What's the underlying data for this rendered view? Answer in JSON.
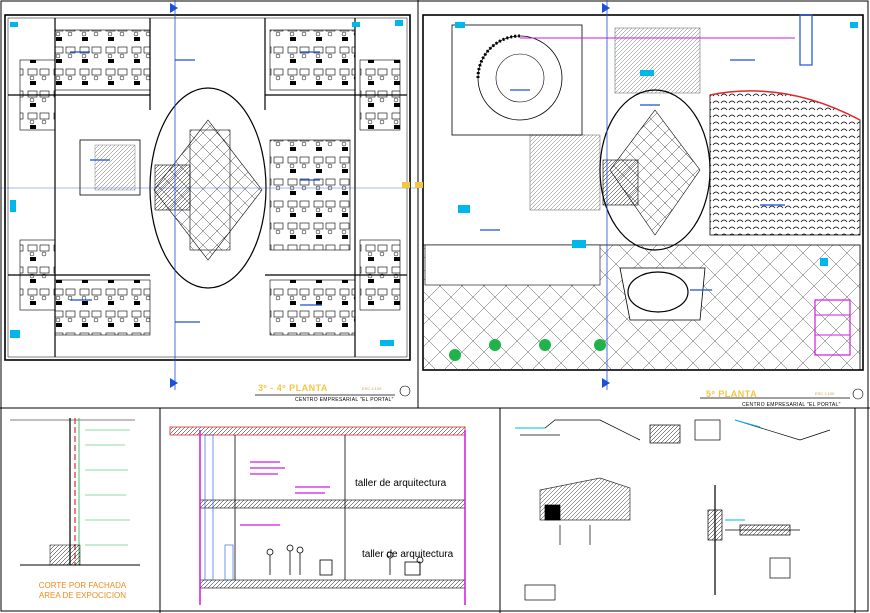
{
  "plan_3_4": {
    "title": "3º - 4º PLANTA",
    "subtitle": "CENTRO EMPRESARIAL \"EL PORTAL\"",
    "scale": "ESC.1:100"
  },
  "plan_5": {
    "title": "5º PLANTA",
    "subtitle": "CENTRO EMPRESARIAL \"EL PORTAL\"",
    "scale": "ESC.1:100"
  },
  "section": {
    "room_label_upper": "taller de arquitectura",
    "room_label_lower": "taller de arquitectura"
  },
  "facade_section": {
    "caption_line1": "CORTE POR FACHADA",
    "caption_line2": "AREA DE EXPOCICION"
  },
  "colors": {
    "background": "#ffffff",
    "linework": "#000000",
    "accent_cyan": "#00b7eb",
    "accent_magenta": "#d21adf",
    "accent_blue": "#1d4fd8",
    "accent_red": "#e3262d",
    "accent_green": "#1fb34a",
    "title_gold": "#f4c542",
    "caption_orange": "#f08a1c"
  }
}
